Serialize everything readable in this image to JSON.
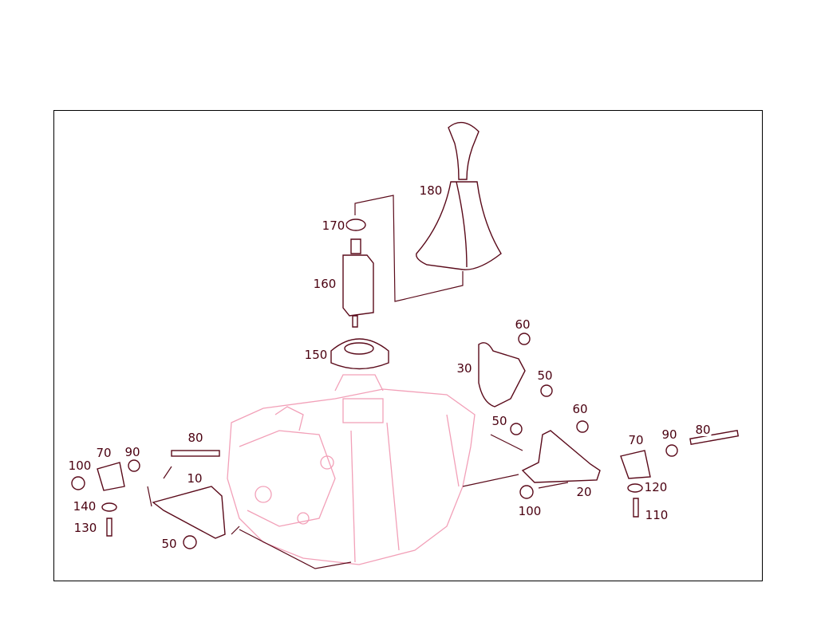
{
  "diagram": {
    "part_labels": {
      "shift_knob": "180",
      "nut_top": "170",
      "shift_lever_part": "160",
      "mount_ring": "150",
      "bracket_upper_right": "30",
      "bolt_upper_60": "60",
      "bolt_upper_50": "50",
      "bolt_mid_60": "60",
      "bolt_mid_50": "50",
      "bolt_left_80": "80",
      "mount_left_70": "70",
      "washer_left_90": "90",
      "nut_left_100": "100",
      "bracket_left_10": "10",
      "washer_left_140": "140",
      "bolt_left_130": "130",
      "bolt_left_50": "50",
      "mount_right_70": "70",
      "washer_right_90": "90",
      "bolt_right_80": "80",
      "washer_right_120": "120",
      "bolt_right_110": "110",
      "nut_right_100": "100",
      "bracket_right_20": "20"
    },
    "colors": {
      "label": "#4a0010",
      "part_outline": "#5a0a1a",
      "housing_outline": "#f2a0b8",
      "frame": "#000000"
    }
  }
}
